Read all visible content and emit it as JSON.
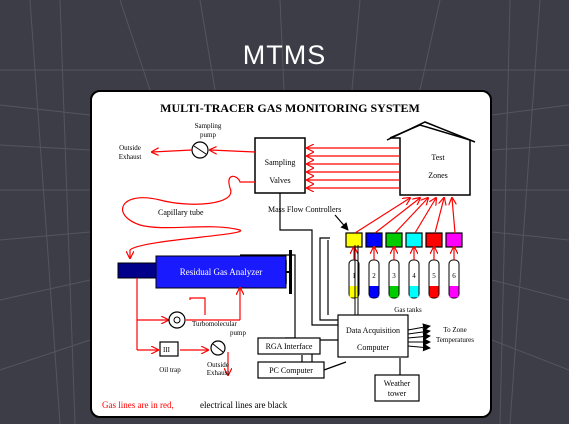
{
  "slide": {
    "title": "MTMS"
  },
  "diagram": {
    "heading": "MULTI-TRACER GAS MONITORING SYSTEM",
    "sampling_pump": [
      "Sampling",
      "pump"
    ],
    "outside_exhaust_top": [
      "Outside",
      "Exhaust"
    ],
    "sampling_valves": [
      "Sampling",
      "Valves"
    ],
    "test_zones": [
      "Test",
      "Zones"
    ],
    "capillary_tube": "Capillary tube",
    "mass_flow_controllers": "Mass Flow Controllers",
    "residual_gas_analyzer": "Residual Gas Analyzer",
    "turbomolecular_pump": [
      "Turbomolecular",
      "pump"
    ],
    "gas_tanks": "Gas tanks",
    "tank_numbers": [
      "1",
      "2",
      "3",
      "4",
      "5",
      "6"
    ],
    "controller_colors": [
      "#ffff00",
      "#0000ff",
      "#00cc00",
      "#00ffff",
      "#ff0000",
      "#ff00ff"
    ],
    "oil_trap": "Oil trap",
    "outside_exhaust_bottom": [
      "Outside",
      "Exhaust"
    ],
    "rga_interface": "RGA Interface",
    "data_acquisition": [
      "Data Acquisition",
      "Computer"
    ],
    "to_zone_temperatures": [
      "To Zone",
      "Temperatures"
    ],
    "pc_computer": "PC Computer",
    "weather_tower": [
      "Weather",
      "tower"
    ],
    "legend_red": "Gas lines are in red,",
    "legend_black": "electrical lines are black",
    "colors": {
      "gas_line": "#ff0000",
      "electrical_line": "#000000",
      "rga_fill": "#1a1aff"
    }
  }
}
